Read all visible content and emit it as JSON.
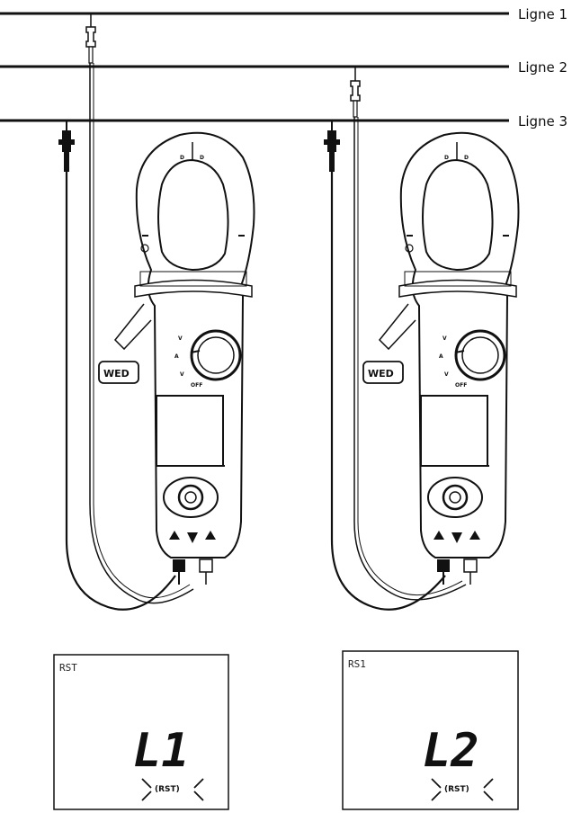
{
  "lines": [
    {
      "label": "Ligne 1"
    },
    {
      "label": "Ligne 2"
    },
    {
      "label": "Ligne 3"
    }
  ],
  "meters": [
    {
      "lcd_tag": "RST",
      "lcd_code": "L1",
      "lcd_phase": "(RST)",
      "function_label": "WED",
      "jaw_label": "D",
      "dial_labels": [
        "V",
        "A",
        "V",
        "OFF"
      ]
    },
    {
      "lcd_tag": "RS1",
      "lcd_code": "L2",
      "lcd_phase": "(RST)",
      "function_label": "WED",
      "jaw_label": "D",
      "dial_labels": [
        "V",
        "A",
        "V",
        "OFF"
      ]
    }
  ],
  "colors": {
    "ink": "#111111",
    "line_wire": "#111111",
    "background": "#ffffff"
  },
  "icons": [
    "probe-red-icon",
    "probe-black-icon",
    "rotary-dial-icon",
    "nav-button-icon"
  ]
}
